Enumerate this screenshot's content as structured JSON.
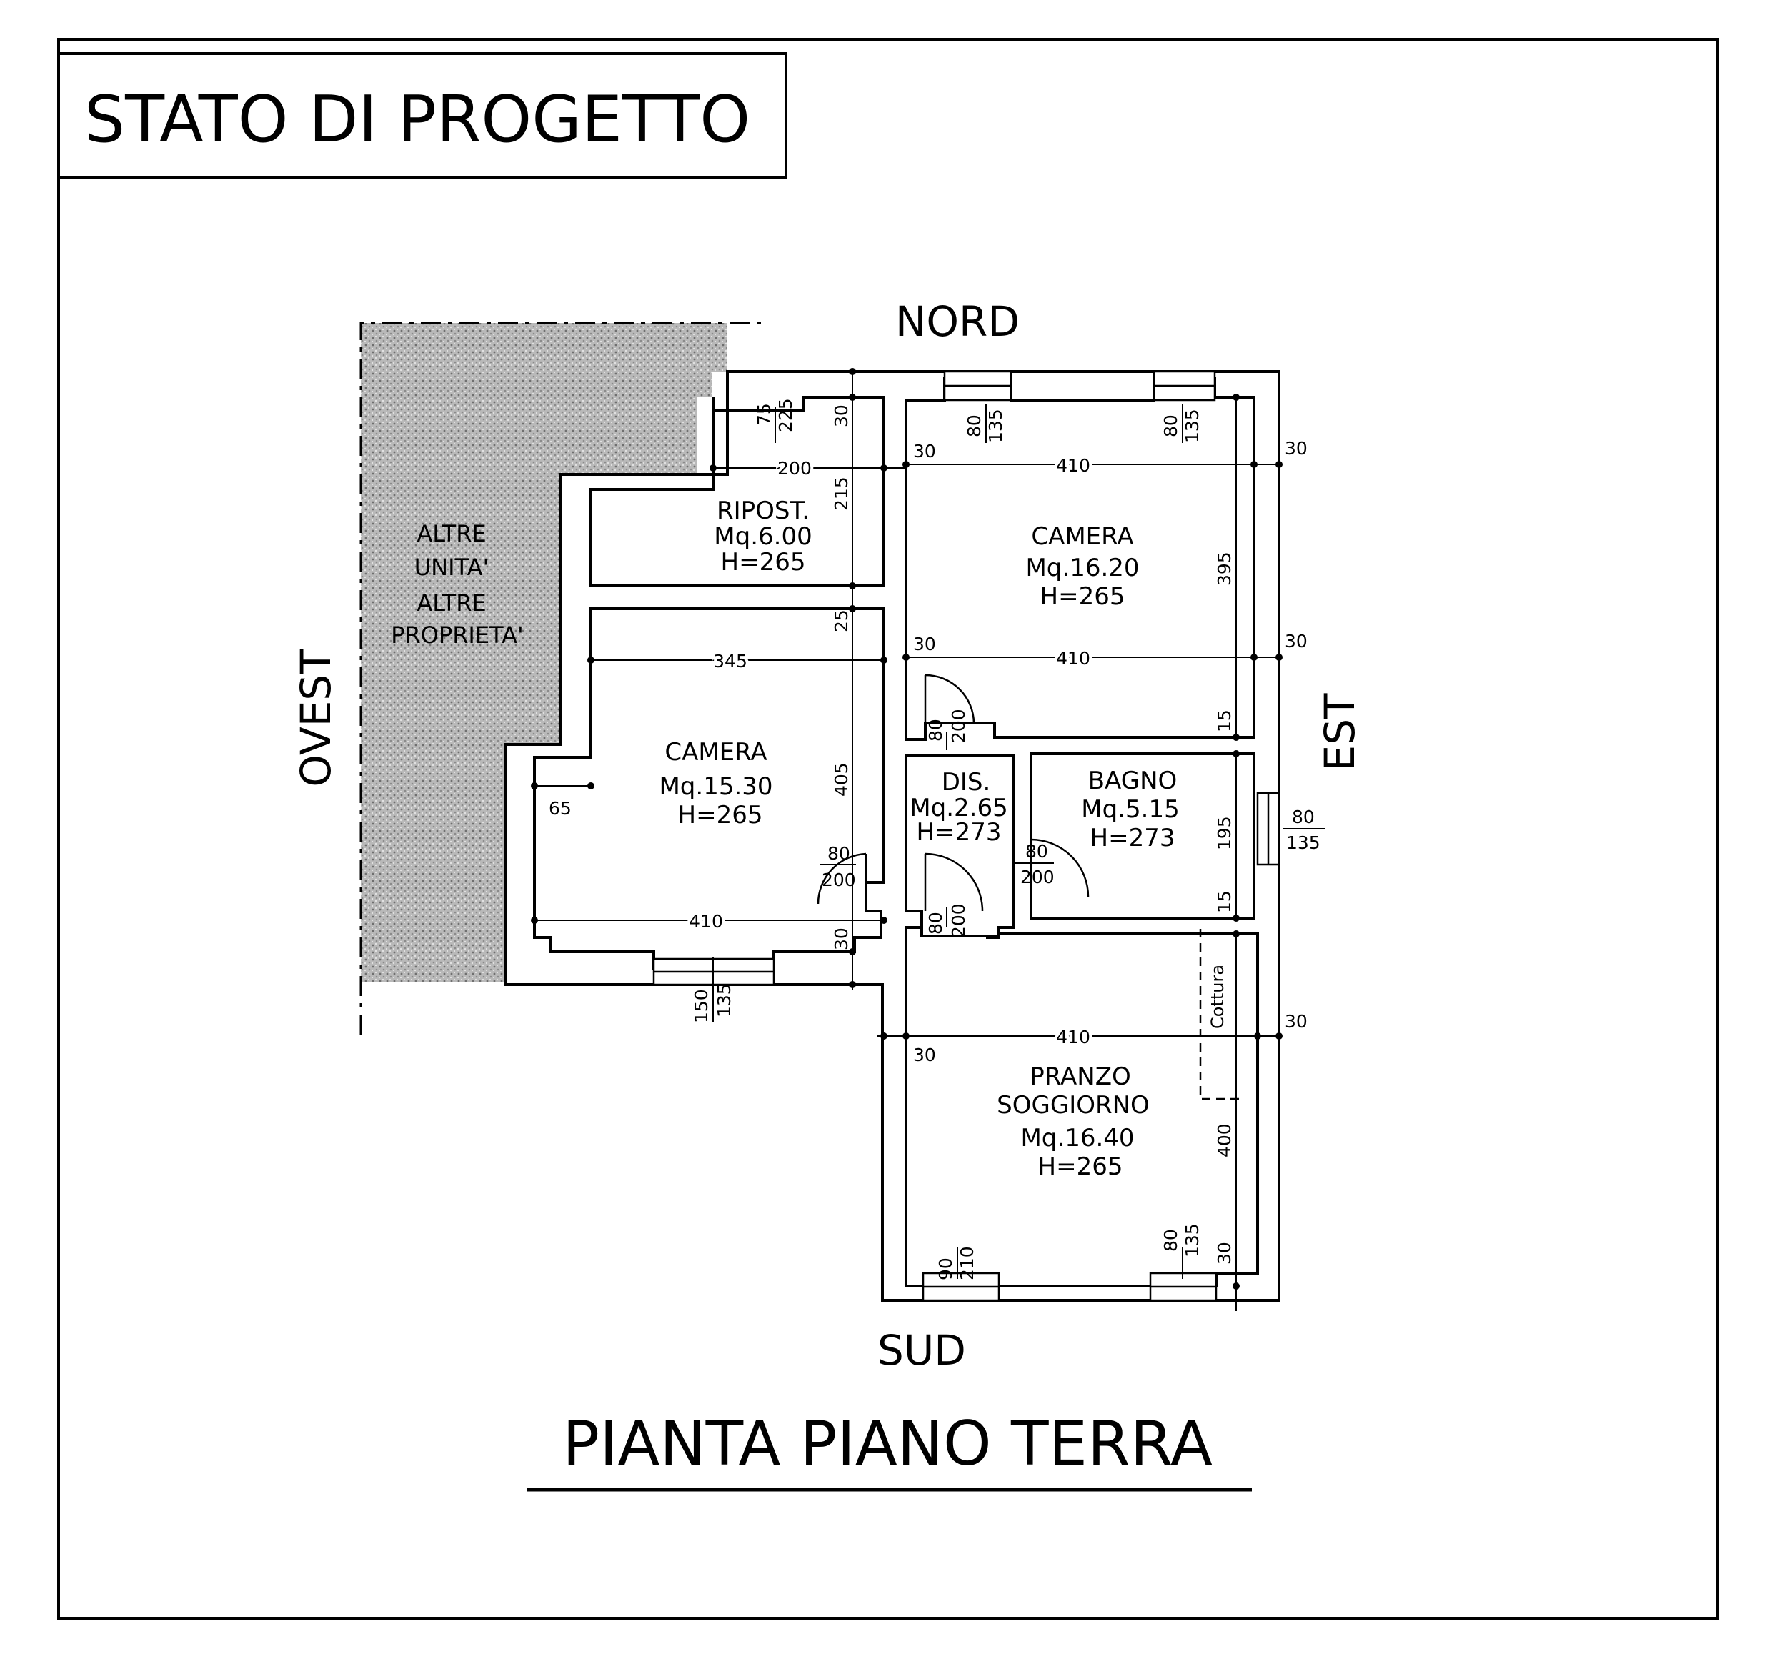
{
  "header": {
    "title": "STATO DI PROGETTO"
  },
  "plan_title": "PIANTA PIANO TERRA",
  "compass": {
    "north": "NORD",
    "south": "SUD",
    "east": "EST",
    "west": "OVEST"
  },
  "neighbors": {
    "line1": "ALTRE",
    "line2": "UNITA'",
    "line3": "ALTRE",
    "line4": "PROPRIETA'"
  },
  "rooms": {
    "ripost": {
      "name": "RIPOST.",
      "area": "Mq.6.00",
      "height": "H=265"
    },
    "camera_ne": {
      "name": "CAMERA",
      "area": "Mq.16.20",
      "height": "H=265"
    },
    "camera_w": {
      "name": "CAMERA",
      "area": "Mq.15.30",
      "height": "H=265"
    },
    "dis": {
      "name": "DIS.",
      "area": "Mq.2.65",
      "height": "H=273"
    },
    "bagno": {
      "name": "BAGNO",
      "area": "Mq.5.15",
      "height": "H=273"
    },
    "pranzo": {
      "name1": "PRANZO",
      "name2": "SOGGIORNO",
      "area": "Mq.16.40",
      "height": "H=265"
    },
    "cottura": "Cottura"
  },
  "dims": {
    "d200": "200",
    "d410a": "410",
    "d410b": "410",
    "d410c": "410",
    "d410d": "410",
    "d345": "345",
    "d30_nw": "30",
    "d30_ne1": "30",
    "d30_ne2": "30",
    "d30_e1": "30",
    "d30_e2": "30",
    "d30_e3": "30",
    "d30_w1": "30",
    "d30_w2": "30",
    "d30_s1": "30",
    "d30_s2": "30",
    "d215": "215",
    "d25": "25",
    "d395": "395",
    "d15a": "15",
    "d15b": "15",
    "d195": "195",
    "d405": "405",
    "d400": "400",
    "d65": "65",
    "win_ripost_w": "75",
    "win_ripost_h": "225",
    "win_n1_w": "80",
    "win_n1_h": "135",
    "win_n2_w": "80",
    "win_n2_h": "135",
    "win_e_w": "80",
    "win_e_h": "135",
    "win_cam_w": "150",
    "win_cam_h": "135",
    "win_s1_w": "90",
    "win_s1_h": "210",
    "win_s2_w": "80",
    "win_s2_h": "135",
    "door_cam_w": "80",
    "door_cam_h": "200",
    "door_n_w": "80",
    "door_n_h": "200",
    "door_s_w": "80",
    "door_s_h": "200",
    "door_bagno_w": "80",
    "door_bagno_h": "200"
  }
}
